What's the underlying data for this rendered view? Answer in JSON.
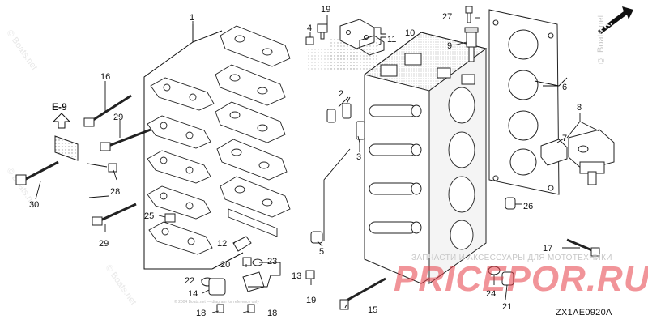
{
  "diagram": {
    "code": "ZX1AE0920A",
    "front_indicator": "FR.",
    "ref_section": "E-9",
    "watermark": "© Boats.net",
    "promo": "ЗАПЧАСТИ И АКСЕССУАРЫ ДЛЯ МОТОТЕХНИКИ",
    "brand": "PRICEPOR.RU",
    "fine_print": "© 2004 Boats.net — diagram for reference only"
  },
  "callouts": [
    "1",
    "2",
    "3",
    "4",
    "5",
    "6",
    "7",
    "8",
    "9",
    "10",
    "11",
    "12",
    "13",
    "14",
    "15",
    "16",
    "17",
    "18",
    "19",
    "20",
    "21",
    "22",
    "23",
    "24",
    "25",
    "26",
    "27",
    "28",
    "29",
    "30"
  ]
}
